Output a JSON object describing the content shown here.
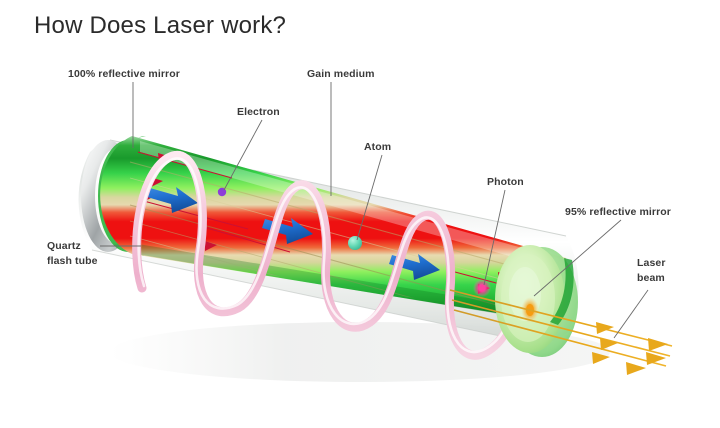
{
  "page": {
    "title": "How Does Laser work?",
    "background_color": "#ffffff"
  },
  "diagram": {
    "subject": "laser-cavity-cutaway",
    "labels": {
      "mirror_100": "100% reflective mirror",
      "gain_medium": "Gain medium",
      "electron": "Electron",
      "atom": "Atom",
      "photon": "Photon",
      "mirror_95": "95% reflective mirror",
      "quartz_line1": "Quartz",
      "quartz_line2": "flash tube",
      "laser_line1": "Laser",
      "laser_line2": "beam"
    },
    "colors": {
      "tube_outer_dark_green": "#1f9d35",
      "tube_bright_green": "#35d447",
      "tube_pale_green": "#a9e8a0",
      "core_red": "#ee1111",
      "core_tan": "#d8c49a",
      "flash_tube_pink": "#f3c2d6",
      "arrow_blue": "#1f6fd0",
      "small_arrow_red": "#cc1133",
      "mirror_silver": "#b9bcbe",
      "mirror_green_95": "#bfe8a8",
      "beam_gold": "#e39b14",
      "atom_mint": "#62d8b4",
      "electron_purple": "#8a2be2",
      "photon_magenta": "#ff2f9a",
      "label_text": "#3a3a3a",
      "leader_line": "#6b6b6b"
    }
  }
}
